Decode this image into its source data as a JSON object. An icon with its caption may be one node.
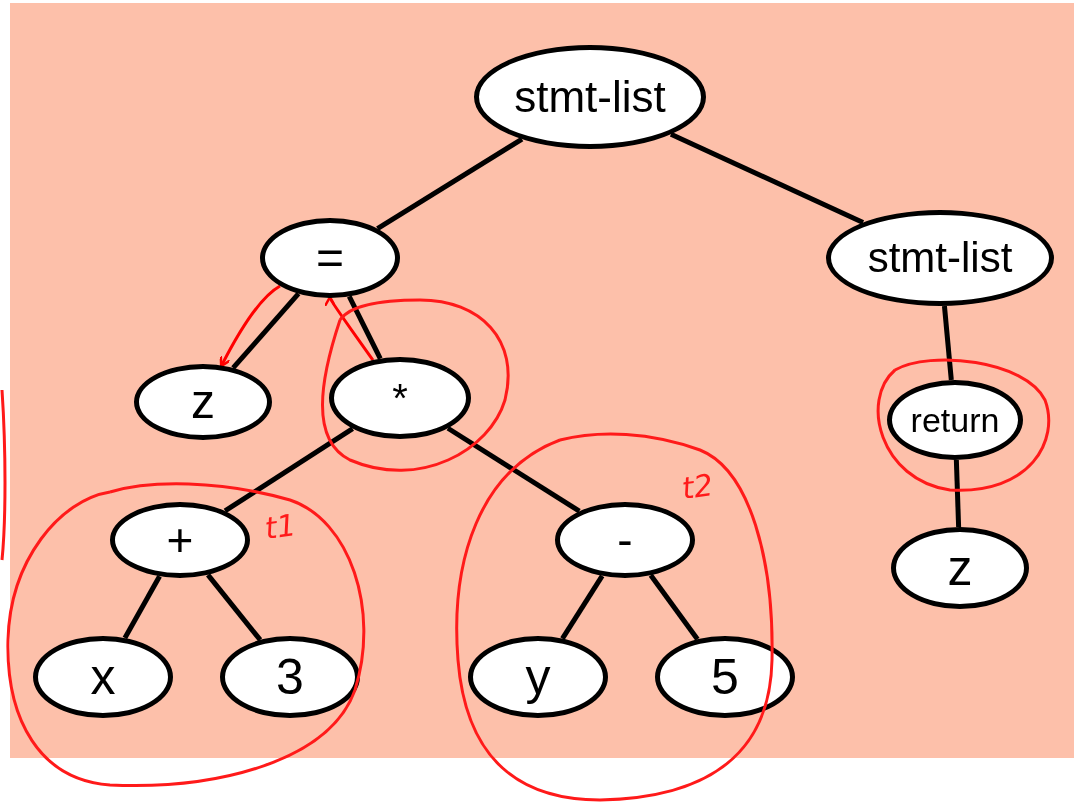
{
  "diagram": {
    "nodes": [
      {
        "text": [
          "stmt-list"
        ]
      },
      {
        "text": [
          "="
        ]
      },
      {
        "text": [
          "z"
        ]
      },
      {
        "text": [
          "*"
        ]
      },
      {
        "text": [
          "+"
        ]
      },
      {
        "text": [
          "-"
        ]
      },
      {
        "text": [
          "x"
        ]
      },
      {
        "text": [
          "3"
        ]
      },
      {
        "text": [
          "y"
        ]
      },
      {
        "text": [
          "5"
        ]
      },
      {
        "text": [
          "stmt-list"
        ]
      },
      {
        "text": [
          "return"
        ]
      },
      {
        "text": [
          "z"
        ]
      }
    ],
    "edges": [
      {
        "from": 0,
        "to": 1,
        "arrow": "none"
      },
      {
        "from": 0,
        "to": 10,
        "arrow": "none"
      },
      {
        "from": 1,
        "to": 2,
        "arrow": "none"
      },
      {
        "from": 1,
        "to": 3,
        "arrow": "none"
      },
      {
        "from": 3,
        "to": 4,
        "arrow": "none"
      },
      {
        "from": 3,
        "to": 5,
        "arrow": "none"
      },
      {
        "from": 4,
        "to": 6,
        "arrow": "none"
      },
      {
        "from": 4,
        "to": 7,
        "arrow": "none"
      },
      {
        "from": 5,
        "to": 8,
        "arrow": "none"
      },
      {
        "from": 5,
        "to": 9,
        "arrow": "none"
      },
      {
        "from": 10,
        "to": 11,
        "arrow": "none"
      },
      {
        "from": 11,
        "to": 12,
        "arrow": "none"
      },
      {
        "from": 1,
        "to": 2,
        "arrow": "to",
        "color": "#ff0000"
      },
      {
        "from": 3,
        "to": 1,
        "arrow": "to",
        "color": "#ff0000"
      }
    ],
    "labels": [
      "t1",
      "t2"
    ]
  }
}
